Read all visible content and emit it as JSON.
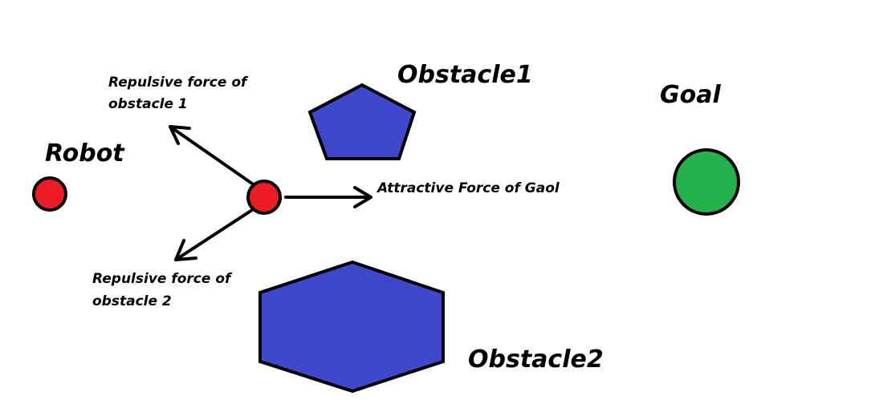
{
  "labels": {
    "robot": "Robot",
    "obstacle1": "Obstacle1",
    "obstacle2": "Obstacle2",
    "goal": "Goal",
    "repulsive1_line1": "Repulsive force of",
    "repulsive1_line2": "obstacle 1",
    "repulsive2_line1": "Repulsive force of",
    "repulsive2_line2": "obstacle 2",
    "attractive": "Attractive Force of Gaol"
  },
  "colors": {
    "robot": "#ed1c24",
    "obstacle": "#3f48cc",
    "goal": "#22b14c",
    "outline": "#000000"
  }
}
